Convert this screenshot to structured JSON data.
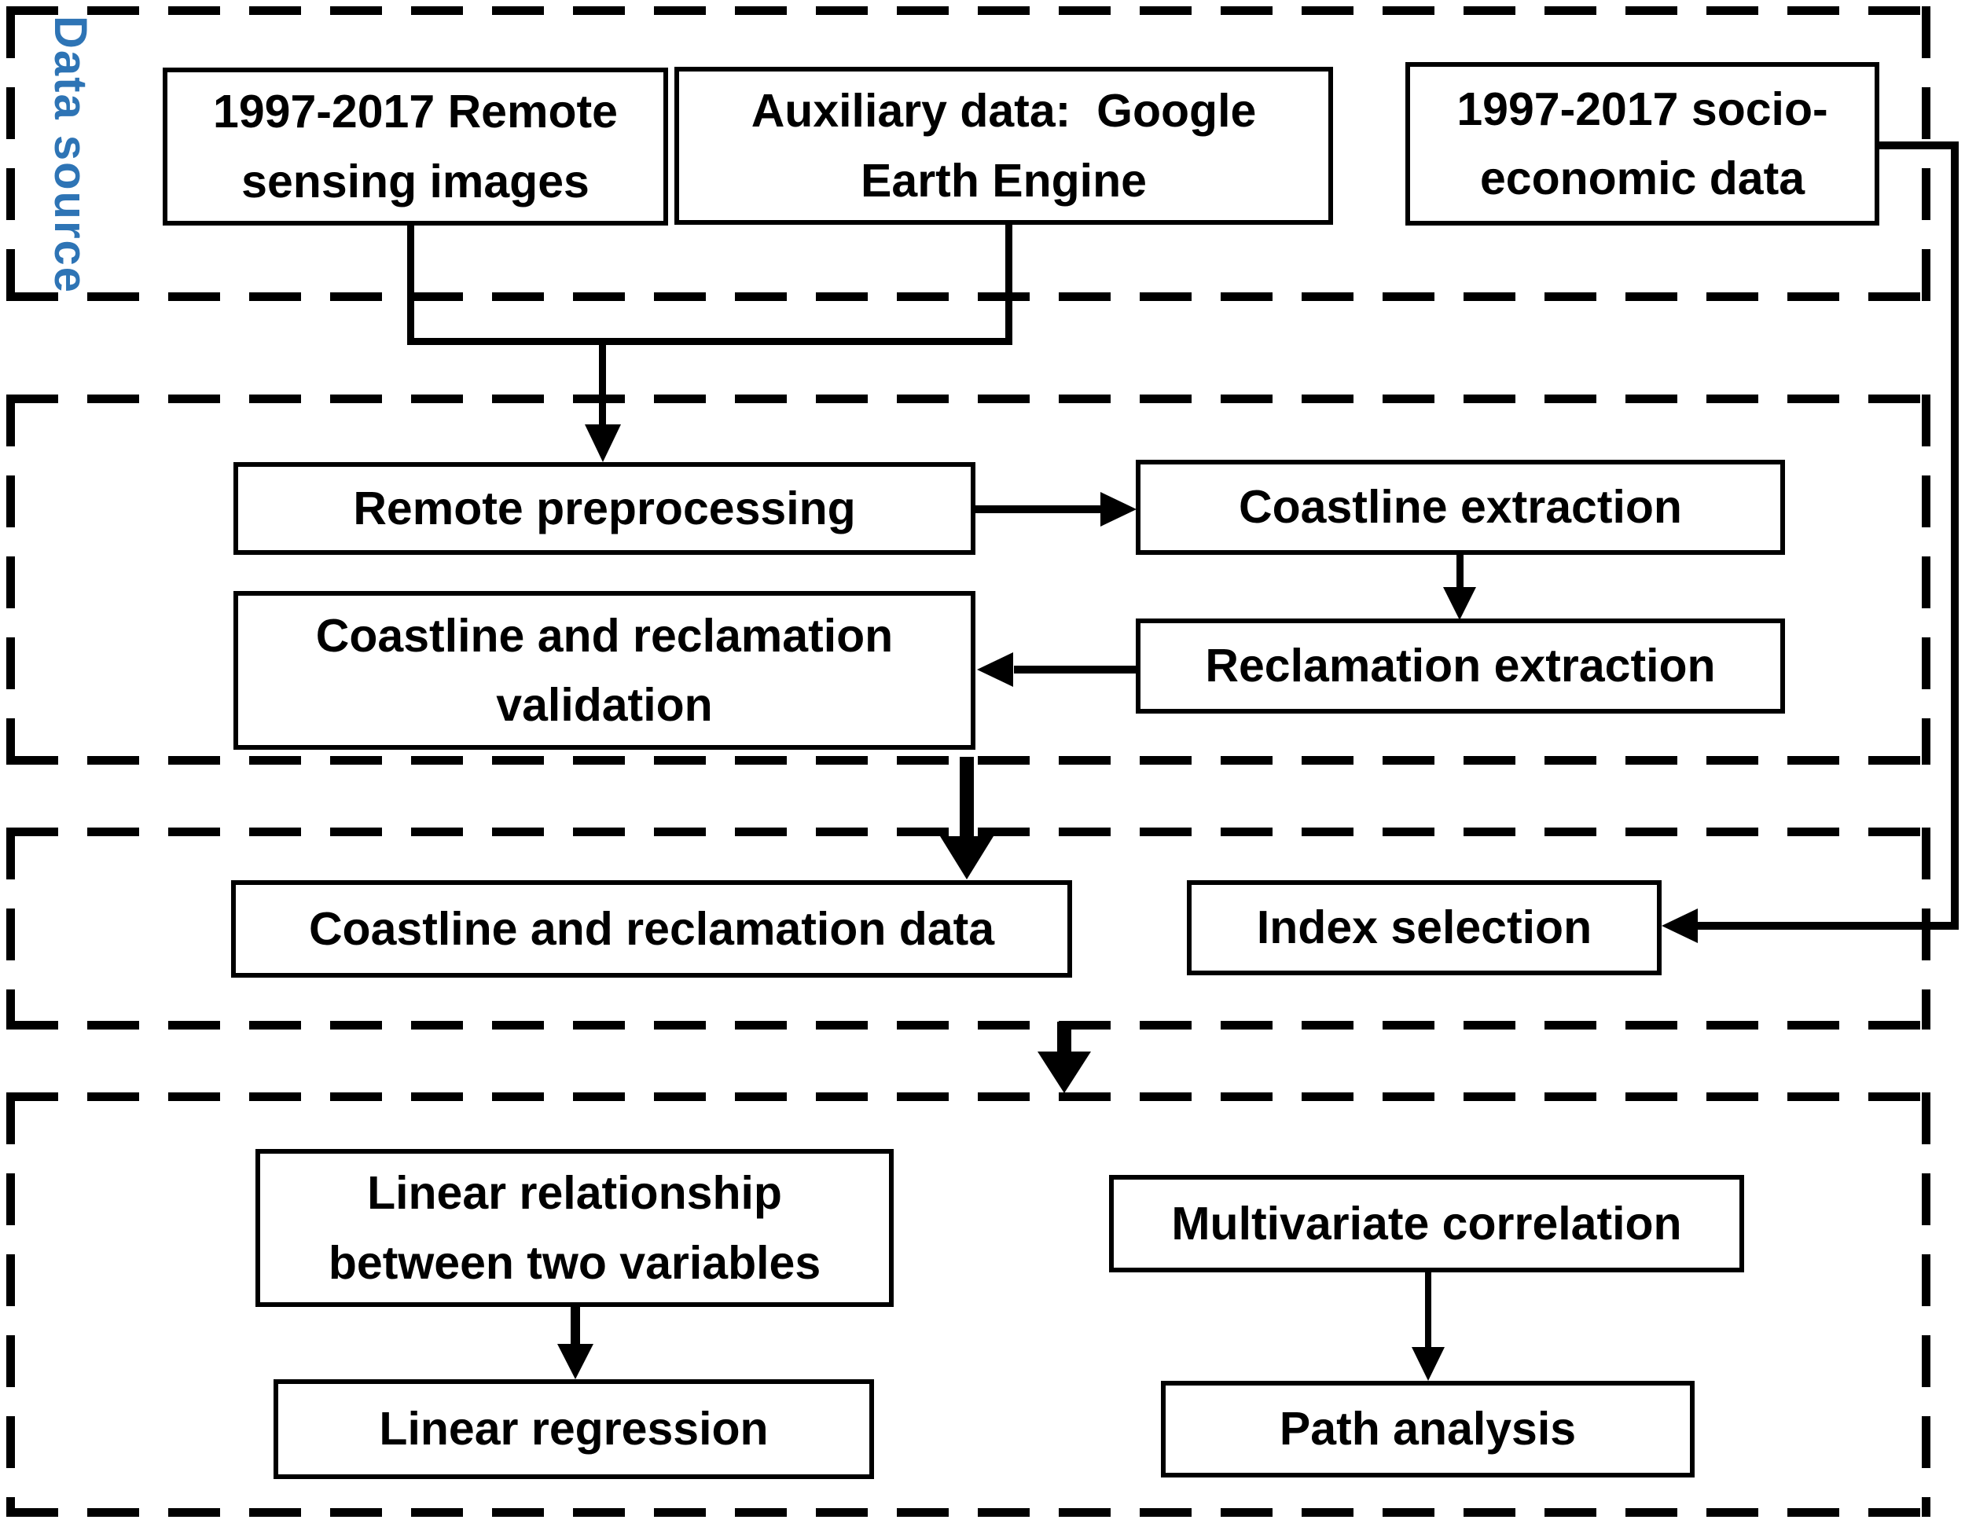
{
  "figure": {
    "section_label": "Data source",
    "label_color": "#2E74B5",
    "line_color": "#000000",
    "nodes": {
      "remote_sensing_images": "1997-2017 Remote sensing images",
      "auxiliary_data": "Auxiliary data:  Google Earth Engine",
      "socio_economic_data": "1997-2017 socio-economic data",
      "remote_preprocessing": "Remote preprocessing",
      "coastline_extraction": "Coastline extraction",
      "coastline_reclamation_validation": "Coastline and reclamation validation",
      "reclamation_extraction": "Reclamation extraction",
      "coastline_reclamation_data": "Coastline and reclamation data",
      "index_selection": "Index selection",
      "linear_relationship": "Linear relationship between two variables",
      "linear_regression": "Linear regression",
      "multivariate_correlation": "Multivariate correlation",
      "path_analysis": "Path analysis"
    }
  }
}
